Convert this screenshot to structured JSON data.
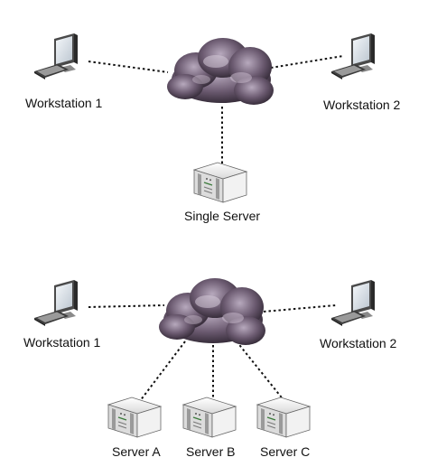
{
  "diagram_top": {
    "workstation_left": "Workstation 1",
    "workstation_right": "Workstation 2",
    "server": "Single Server"
  },
  "diagram_bottom": {
    "workstation_left": "Workstation 1",
    "workstation_right": "Workstation 2",
    "servers": [
      "Server A",
      "Server B",
      "Server C"
    ]
  },
  "colors": {
    "cloud_dark": "#3a2f3d",
    "cloud_light": "#b7a9bd",
    "link": "#111111",
    "server_body": "#e8e8e8",
    "monitor_screen": "#dfe6ee"
  },
  "icons": {
    "workstation": "desktop-computer-icon",
    "cloud": "network-cloud-icon",
    "server": "server-box-icon"
  }
}
